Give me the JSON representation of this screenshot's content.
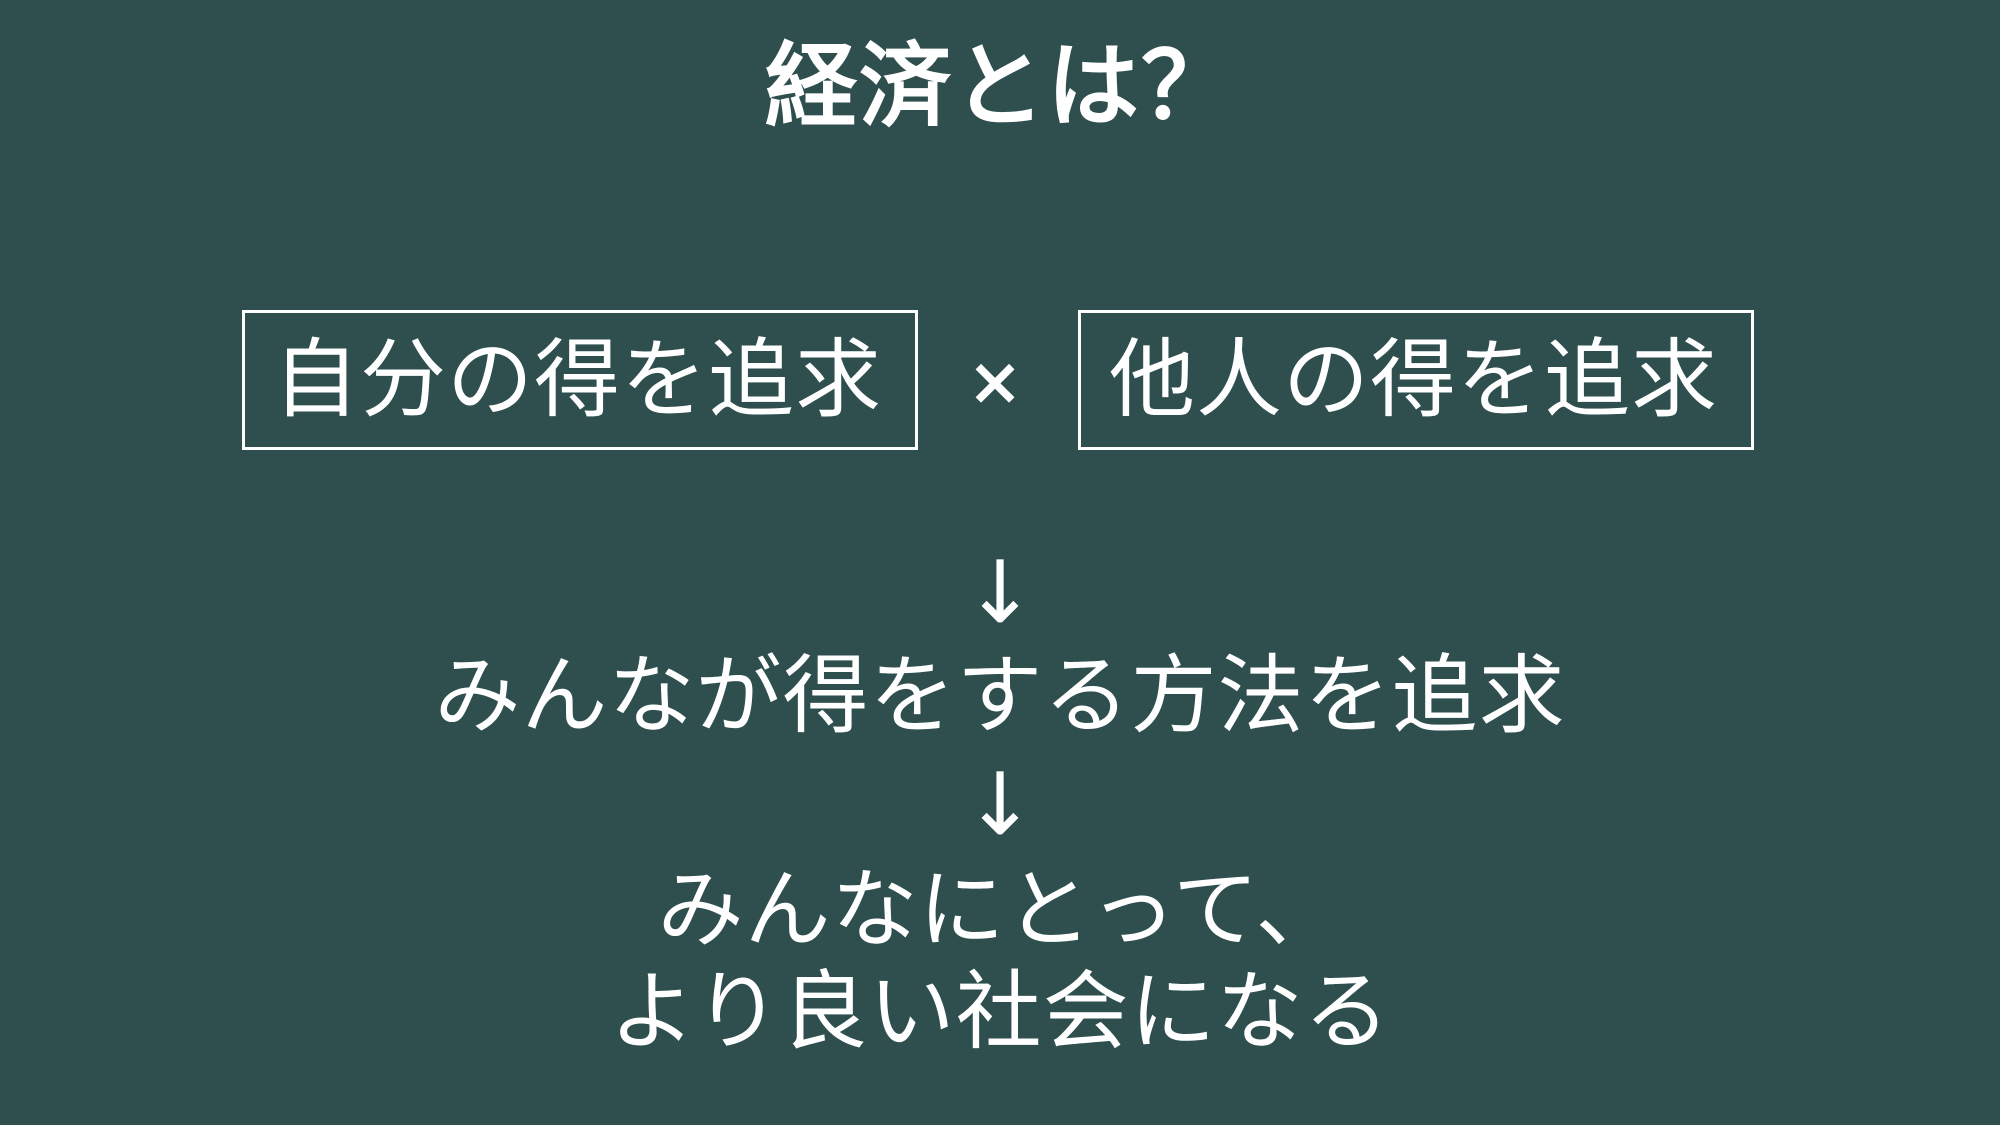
{
  "title": "経済とは？",
  "left_box": "自分の得を追求",
  "operator": "×",
  "right_box": "他人の得を追求",
  "arrow": "↓",
  "result_1": "みんなが得をする方法を追求",
  "result_2_line1": "みんなにとって、",
  "result_2_line2": "より良い社会になる",
  "colors": {
    "background": "#2f4f4f",
    "foreground": "#ffffff"
  }
}
